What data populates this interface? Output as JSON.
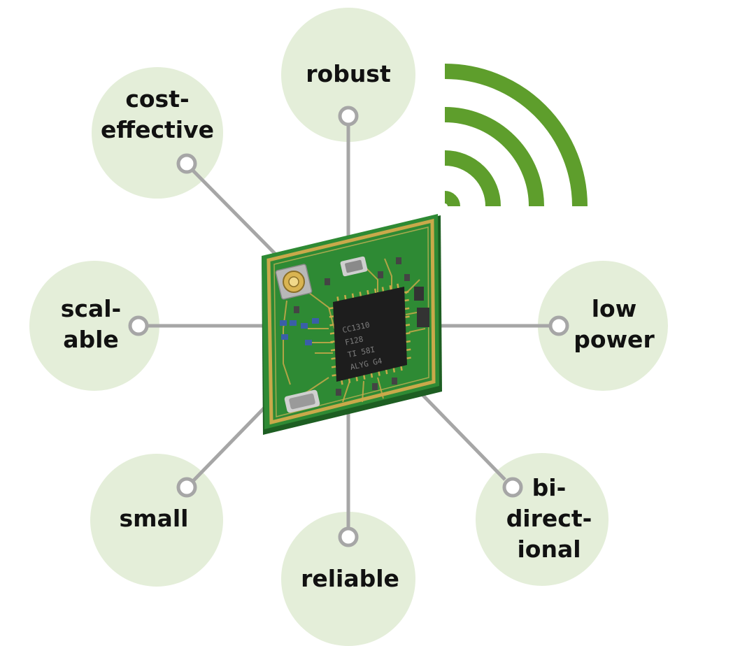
{
  "colors": {
    "bubble": "#e4eed9",
    "connector": "#a6a6a6",
    "wifi": "#5e9e2c",
    "pcb": "#2e8a34",
    "pcb_edge": "#c9a94a",
    "chip": "#1d1d1d"
  },
  "features": [
    {
      "id": "robust",
      "lines": [
        "robust"
      ]
    },
    {
      "id": "cost-effective",
      "lines": [
        "cost-",
        "effective"
      ]
    },
    {
      "id": "scalable",
      "lines": [
        "scal-",
        "able"
      ]
    },
    {
      "id": "small",
      "lines": [
        "small"
      ]
    },
    {
      "id": "reliable",
      "lines": [
        "reliable"
      ]
    },
    {
      "id": "bidirectional",
      "lines": [
        "bi-",
        "direct-",
        "ional"
      ]
    },
    {
      "id": "low-power",
      "lines": [
        "low",
        "power"
      ]
    }
  ],
  "chip": {
    "marking": [
      "CC1310",
      "F128",
      "TI 58I",
      "ALYG G4"
    ]
  },
  "icons": {
    "wireless": "wifi-signal-icon",
    "antenna": "antenna-connector-icon"
  }
}
